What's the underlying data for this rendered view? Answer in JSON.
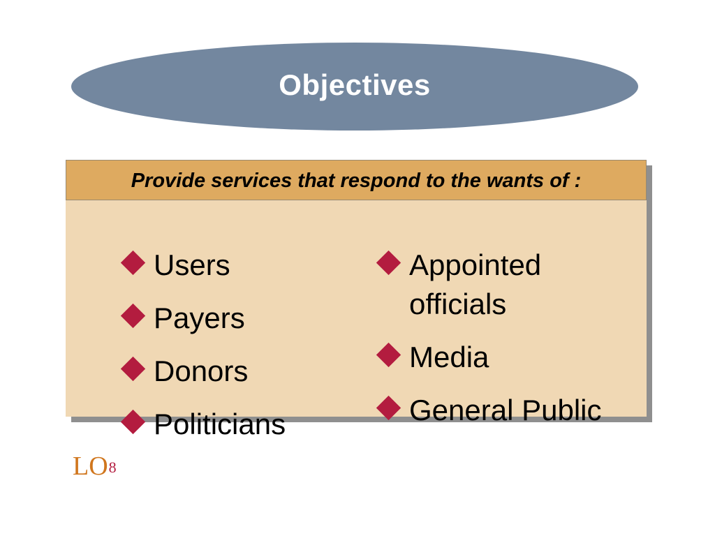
{
  "title": "Objectives",
  "box": {
    "header": "Provide services that respond to the wants of :"
  },
  "left_items": [
    "Users",
    "Payers",
    "Donors",
    "Politicians"
  ],
  "right_items": [
    "Appointed officials",
    "Media",
    "General Public"
  ],
  "lo": {
    "label": "LO",
    "number": "8"
  },
  "colors": {
    "title_oval": "#73879f",
    "box_fill": "#f0d8b4",
    "header_fill": "#deaa60",
    "bullet": "#b31c3f",
    "lo_label": "#d0761d"
  },
  "icons": {
    "bullet": "diamond-bullet-icon"
  }
}
